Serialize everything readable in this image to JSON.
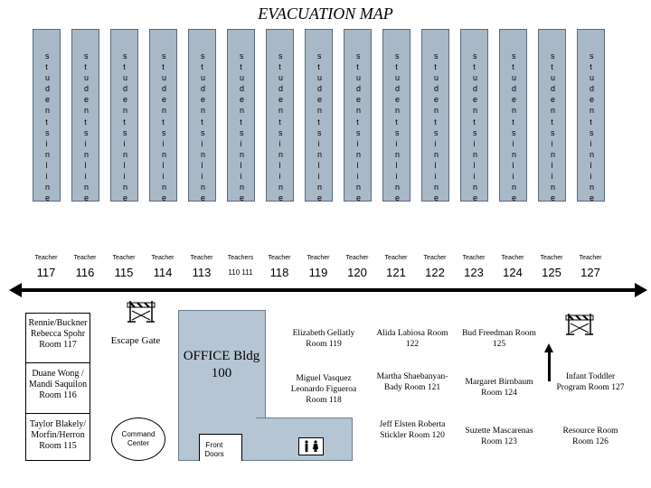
{
  "title": "EVACUATION MAP",
  "lane_text": "students in line",
  "teacher_labels": [
    "Teacher",
    "Teacher",
    "Teacher",
    "Teacher",
    "Teacher",
    "Teachers",
    "Teacher",
    "Teacher",
    "Teacher",
    "Teacher",
    "Teacher",
    "Teacher",
    "Teacher",
    "Teacher",
    "Teacher"
  ],
  "room_numbers": [
    "117",
    "116",
    "115",
    "114",
    "113",
    "110 111",
    "118",
    "119",
    "120",
    "121",
    "122",
    "123",
    "124",
    "125",
    "127"
  ],
  "left_rooms": [
    "Rennie/Buckner Rebecca Spohr Room 117",
    "Duane Wong / Mandi Saquilon Room 116",
    "Taylor Blakely/ Morfin/Herron Room 115"
  ],
  "escape_gate": "Escape Gate",
  "command_center": "Command Center",
  "office": "OFFICE Bldg 100",
  "front_doors": "Front Doors",
  "restroom_icon": "restroom-icon",
  "right_rooms": [
    "Elizabeth Gellatly Room 119",
    "Alida Labiosa Room 122",
    "Bud Freedman Room 125",
    "Miguel Vasquez Leonardo Figueroa Room 118",
    "Martha Shaebanyan-Bady Room 121",
    "Margaret Birnbaum Room 124",
    "Infant Toddler Program Room 127",
    "Jeff Elsten Roberta Stickler Room 120",
    "Suzette Mascarenas Room 123",
    "Resource Room Room 126"
  ],
  "colors": {
    "lane": "#a9b8c6",
    "office": "#b6c5d3",
    "route": "#000000"
  }
}
